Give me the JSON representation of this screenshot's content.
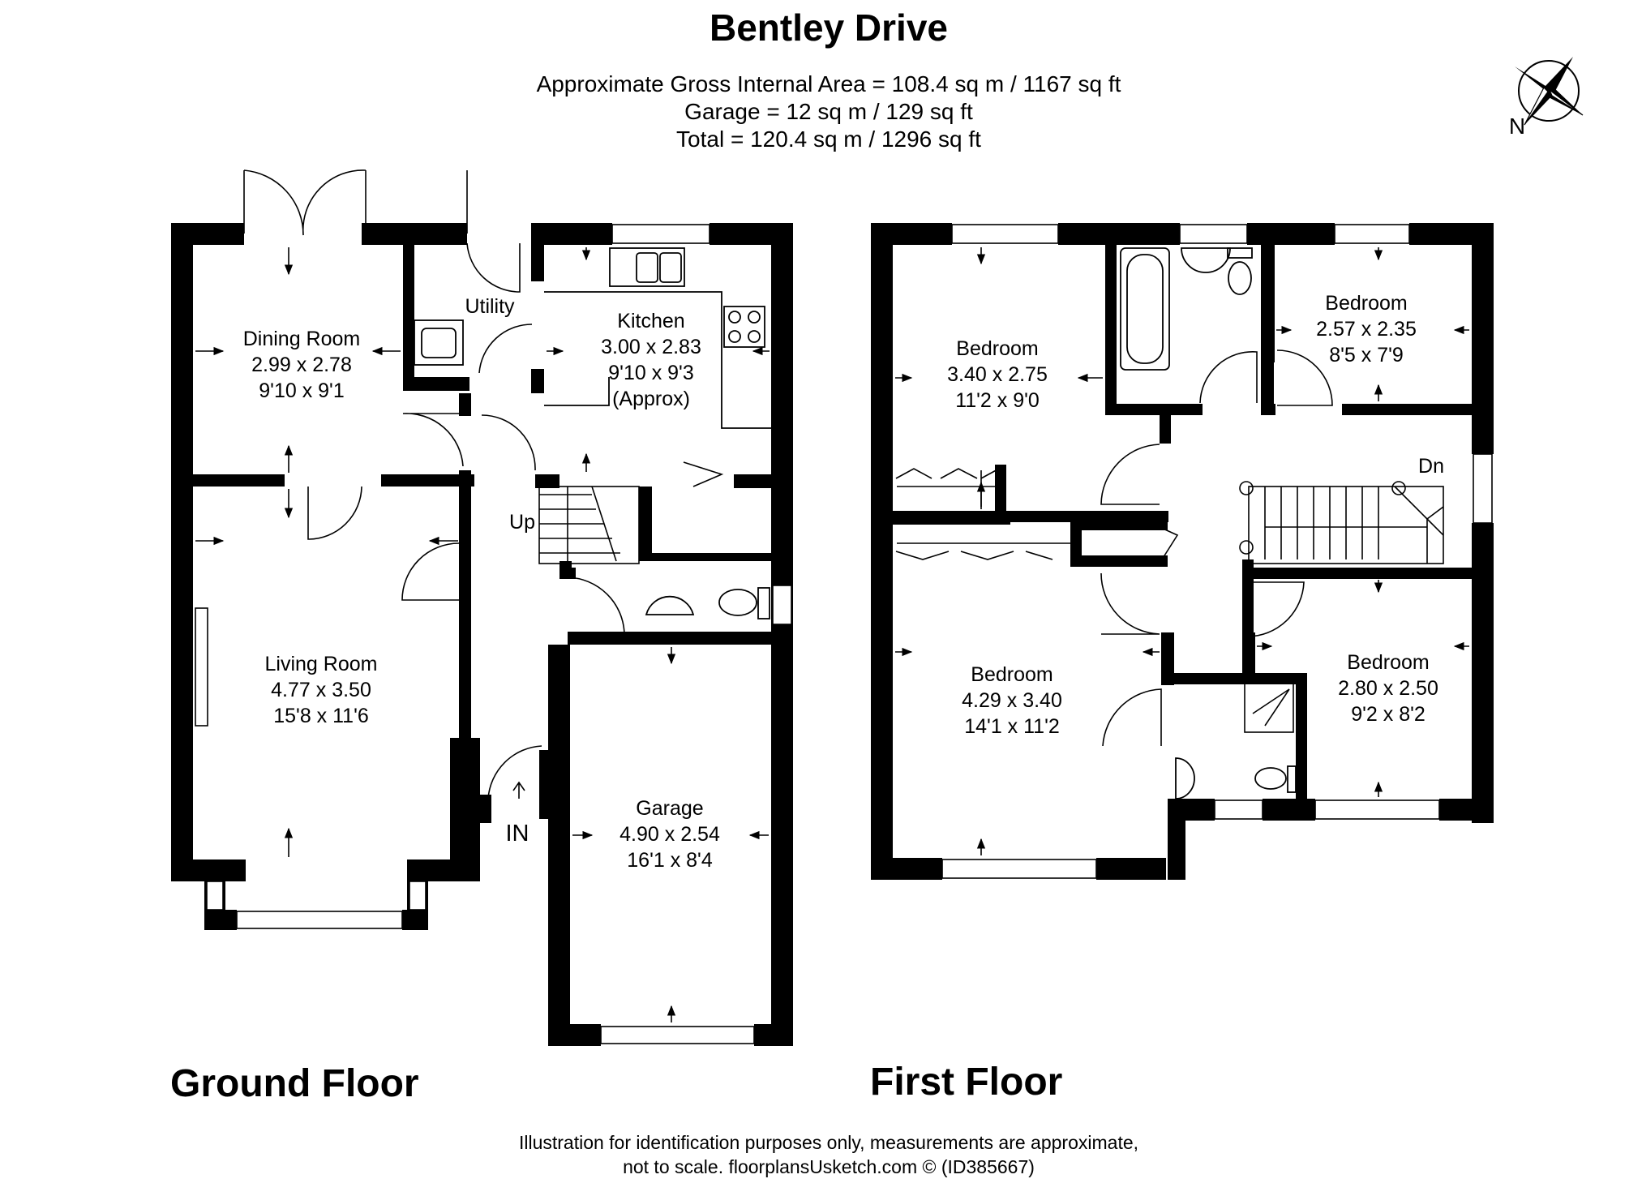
{
  "title": "Bentley Drive",
  "areas": [
    "Approximate Gross Internal Area = 108.4 sq m / 1167 sq ft",
    "Garage = 12 sq m / 129 sq ft",
    "Total = 120.4 sq m / 1296 sq ft"
  ],
  "compass": {
    "label": "N"
  },
  "ground_floor": {
    "label": "Ground Floor",
    "entrance": "IN",
    "stairs": "Up",
    "rooms": {
      "dining": {
        "name": "Dining Room",
        "metric": "2.99 x 2.78",
        "imperial": "9'10 x 9'1"
      },
      "utility": {
        "name": "Utility"
      },
      "kitchen": {
        "name": "Kitchen",
        "metric": "3.00 x 2.83",
        "imperial": "9'10 x 9'3",
        "note": "(Approx)"
      },
      "living": {
        "name": "Living Room",
        "metric": "4.77 x 3.50",
        "imperial": "15'8 x 11'6"
      },
      "garage": {
        "name": "Garage",
        "metric": "4.90 x 2.54",
        "imperial": "16'1 x 8'4"
      }
    }
  },
  "first_floor": {
    "label": "First Floor",
    "stairs": "Dn",
    "rooms": {
      "bed1": {
        "name": "Bedroom",
        "metric": "3.40 x 2.75",
        "imperial": "11'2 x 9'0"
      },
      "bed2": {
        "name": "Bedroom",
        "metric": "2.57 x 2.35",
        "imperial": "8'5 x 7'9"
      },
      "bed3": {
        "name": "Bedroom",
        "metric": "4.29 x 3.40",
        "imperial": "14'1 x 11'2"
      },
      "bed4": {
        "name": "Bedroom",
        "metric": "2.80 x 2.50",
        "imperial": "9'2 x 8'2"
      }
    }
  },
  "disclaimer": [
    "Illustration for identification purposes only, measurements are approximate,",
    "not to scale. floorplansUsketch.com © (ID385667)"
  ]
}
